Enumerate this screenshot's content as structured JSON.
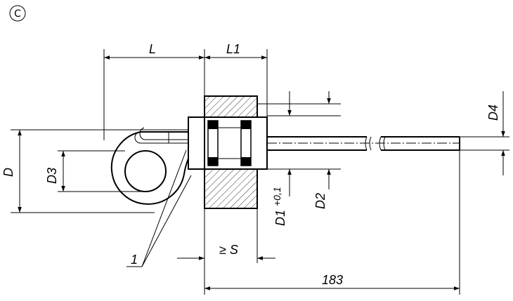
{
  "copyright_mark": "C",
  "labels": {
    "L": "L",
    "L1": "L1",
    "D": "D",
    "D3": "D3",
    "D4": "D4",
    "D1": "D1",
    "D1_tol": "+0,1",
    "D2": "D2",
    "S": "≥ S",
    "length": "183",
    "callout": "1"
  }
}
